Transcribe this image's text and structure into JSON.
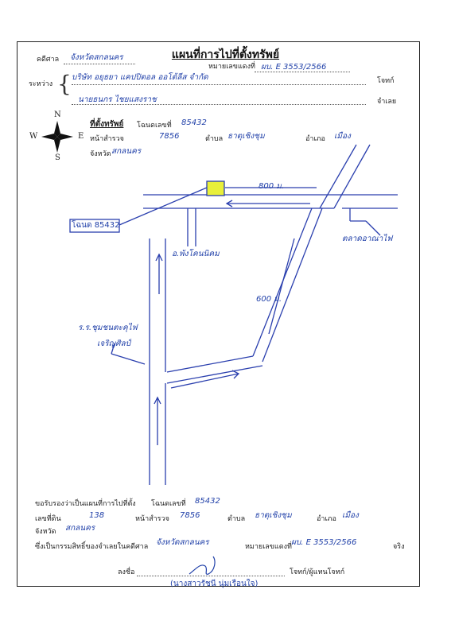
{
  "header": {
    "title": "แผนที่การไปที่ตั้งทรัพย์"
  },
  "case": {
    "court_label": "คดีศาล",
    "court_value": "จังหวัดสกลนคร",
    "black_no_label": "หมายเลขแดงที่",
    "black_no_value": "ผบ. E 3553/2566",
    "between_label": "ระหว่าง",
    "plaintiff": "บริษัท อยุธยา แคปปิตอล ออโต้ลีส จำกัด",
    "plaintiff_role": "โจทก์",
    "defendant": "นายธนกร ไชยแสงราช",
    "defendant_role": "จำเลย"
  },
  "location": {
    "label": "ที่ตั้งทรัพย์",
    "deed_label": "โฉนดเลขที่",
    "deed_value": "85432",
    "survey_label": "หน้าสำรวจ",
    "survey_value": "7856",
    "subdistrict_label": "ตำบล",
    "subdistrict_value": "ธาตุเชิงชุม",
    "district_label": "อำเภอ",
    "district_value": "เมือง",
    "province_label": "จังหวัด",
    "province_value": "สกลนคร"
  },
  "compass": {
    "n": "N",
    "s": "S",
    "e": "E",
    "w": "W"
  },
  "map": {
    "parcel_label": "โฉนด 85432",
    "dist_800": "800 ม.",
    "dist_600": "600 ม.",
    "market_label": "ตลาดอาณาไฟ",
    "district_office_label": "อ.พังโคนนิคม",
    "school_label": "ร.ร.ชุมชนตะคุไฟ",
    "school_label_2": "เจริญศิลป์"
  },
  "certify": {
    "line1_prefix": "ขอรับรองว่าเป็นแผนที่การไปที่ตั้ง",
    "deed_label": "โฉนดเลขที่",
    "deed_value": "85432",
    "land_no_label": "เลขที่ดิน",
    "land_no_value": "138",
    "survey_label": "หน้าสำรวจ",
    "survey_value": "7856",
    "subdistrict_label": "ตำบล",
    "subdistrict_value": "ธาตุเชิงชุม",
    "district_label": "อำเภอ",
    "district_value": "เมือง",
    "province_label": "จังหวัด",
    "province_value": "สกลนคร",
    "line4_prefix": "ซึ่งเป็นกรรมสิทธิ์ของจำเลยในคดีศาล",
    "court_value": "จังหวัดสกลนคร",
    "black_no_label": "หมายเลขแดงที่",
    "black_no_value": "ผบ. E 3553/2566",
    "line4_suffix": "จริง"
  },
  "signature": {
    "sign_label": "ลงชื่อ",
    "role_label": "โจทก์/ผู้แทนโจทก์",
    "printed_name": "(นางสาวรัชนี นุ่มเรือนใจ)"
  }
}
